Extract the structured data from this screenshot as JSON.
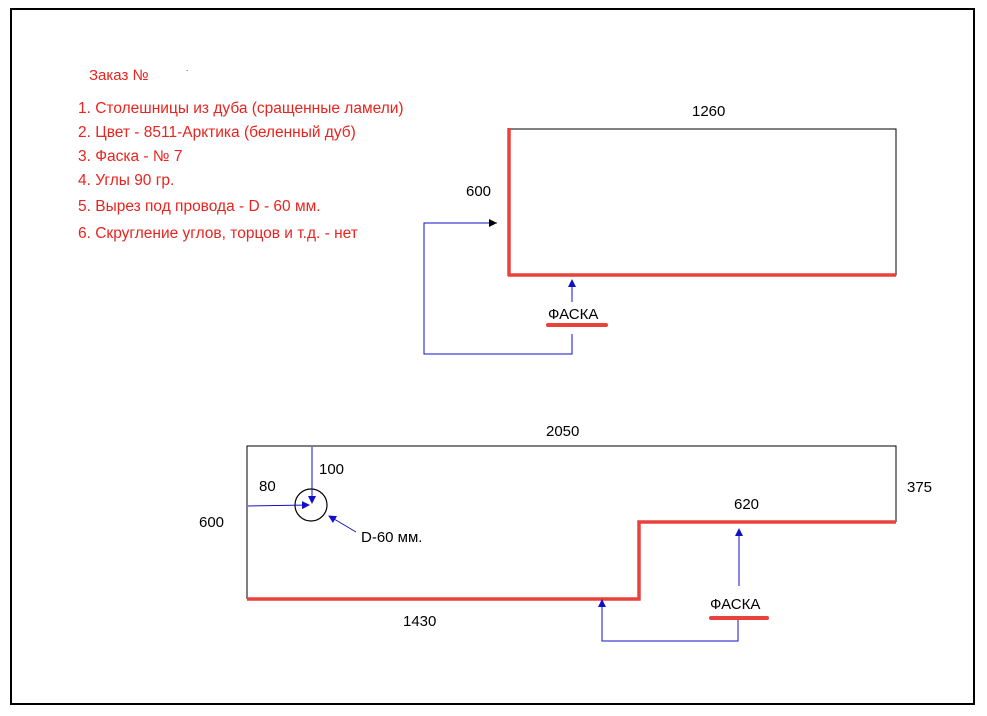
{
  "order": {
    "title": "Заказ №",
    "dot": "."
  },
  "specs": [
    "1. Столешницы из дуба (сращенные ламели)",
    "2. Цвет - 8511-Арктика (беленный дуб)",
    "3. Фаска - № 7",
    "4. Углы 90 гр.",
    "5. Вырез под провода - D - 60 мм.",
    "6. Скругление углов, торцов и т.д. - нет"
  ],
  "top_part": {
    "width_label": "1260",
    "height_label": "600",
    "chamfer_label": "ФАСКА"
  },
  "bottom_part": {
    "width_label": "2050",
    "height_label": "600",
    "bottom_length_label": "1430",
    "step_width_label": "620",
    "step_height_label": "375",
    "hole_offset_x_label": "80",
    "hole_offset_y_label": "100",
    "hole_label": "D-60 мм.",
    "chamfer_label": "ФАСКА"
  },
  "colors": {
    "chamfer_edge": "#e8423a",
    "arrow": "#1010c8",
    "outline": "#000000",
    "spec_text": "#e8241f"
  }
}
